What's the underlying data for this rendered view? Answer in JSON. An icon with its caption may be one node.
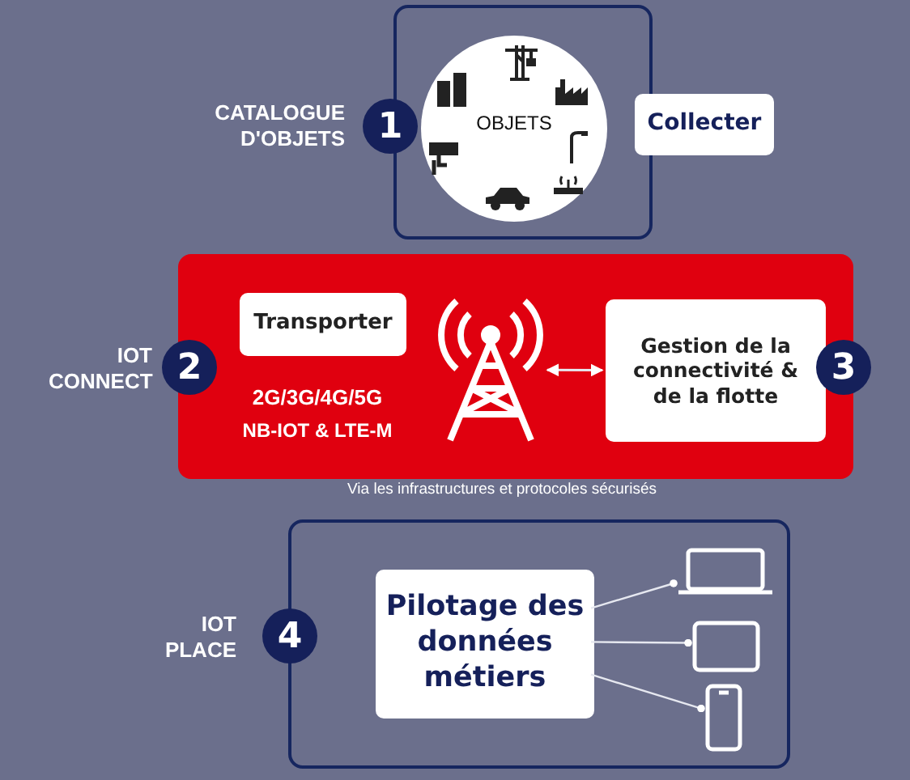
{
  "diagram": {
    "nodes": [
      {
        "text": [],
        "shape": "box"
      },
      {
        "text": [
          "OBJETS"
        ],
        "in": 0
      },
      {
        "text": [
          "Collecter"
        ]
      },
      {
        "text": [
          "1"
        ],
        "beside": [
          "CATALOGUE D'OBJETS"
        ]
      },
      {
        "text": [],
        "shape": "box"
      },
      {
        "text": [
          "Transporter"
        ],
        "in": 4
      },
      {
        "text": [],
        "shape": "tower",
        "in": 4
      },
      {
        "text": [
          "Gestion de la connectivité & de la flotte"
        ],
        "in": 4
      },
      {
        "text": [
          "2"
        ],
        "beside": [
          "IOT CONNECT"
        ]
      },
      {
        "text": [
          "3"
        ]
      },
      {
        "text": [],
        "shape": "box"
      },
      {
        "text": [
          "Pilotage des données métiers"
        ],
        "in": 10
      },
      {
        "text": [],
        "shape": "laptop",
        "in": 10
      },
      {
        "text": [],
        "shape": "tablet",
        "in": 10
      },
      {
        "text": [],
        "shape": "phone",
        "in": 10
      },
      {
        "text": [
          "4"
        ],
        "beside": [
          "IOT PLACE"
        ]
      }
    ],
    "edges": [
      {
        "from": 6,
        "to": 7,
        "arrow": "both"
      },
      {
        "from": 11,
        "to": 12,
        "arrow": "other"
      },
      {
        "from": 11,
        "to": 13,
        "arrow": "other"
      },
      {
        "from": 11,
        "to": 14,
        "arrow": "other"
      }
    ],
    "labels": [
      "2G/3G/4G/5G",
      "NB-IOT & LTE-M",
      "Via les infrastructures et protocoles sécurisés"
    ]
  }
}
